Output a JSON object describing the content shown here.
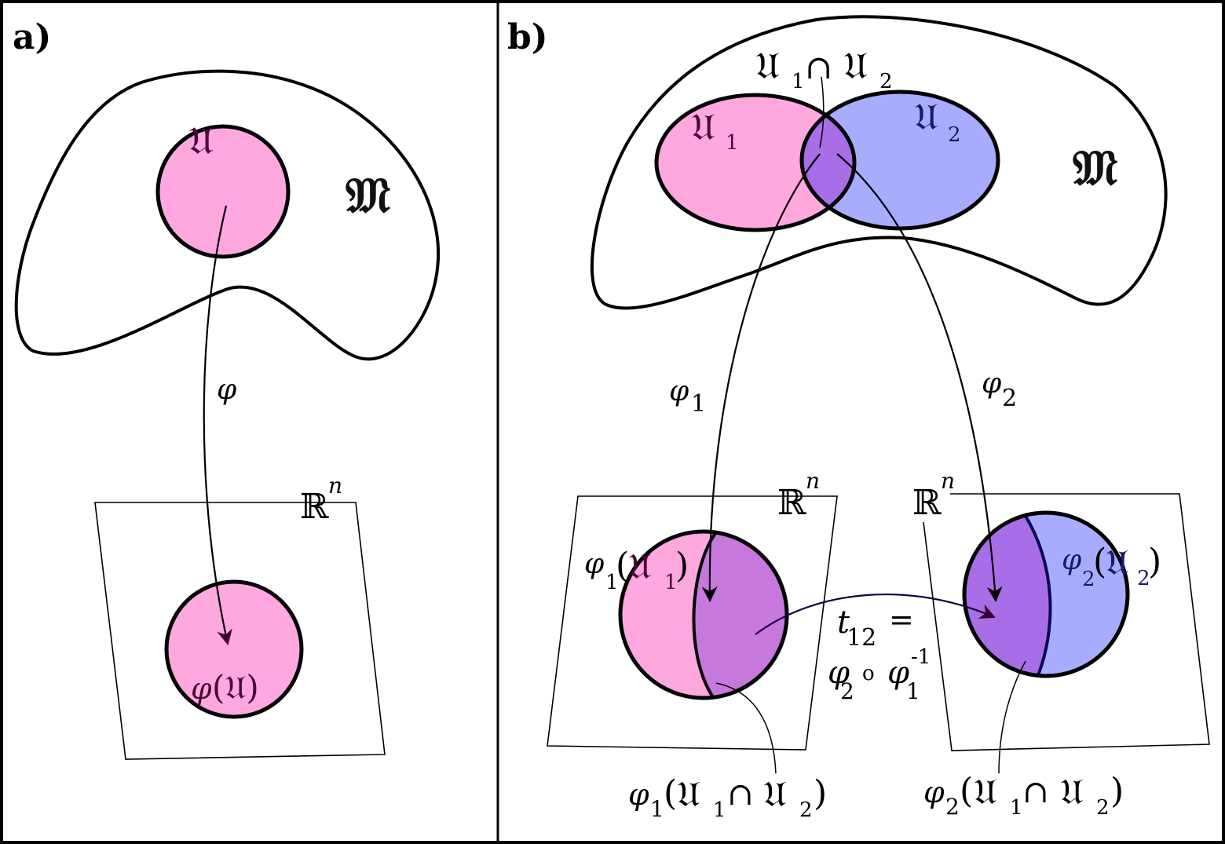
{
  "panel_a": {
    "label": "a)",
    "manifold_symbol": "𝔐",
    "open_set": "𝔘",
    "map": "φ",
    "space_base": "ℝ",
    "space_exp": "n",
    "image_fn": "φ",
    "image_arg": "(𝔘)"
  },
  "panel_b": {
    "label": "b)",
    "manifold_symbol": "𝔐",
    "intersection": {
      "set1": "𝔘",
      "sub1": "1",
      "cap": "∩",
      "set2": "𝔘",
      "sub2": "2"
    },
    "u1": {
      "set": "𝔘",
      "sub": "1"
    },
    "u2": {
      "set": "𝔘",
      "sub": "2"
    },
    "phi1": {
      "fn": "φ",
      "sub": "1"
    },
    "phi2": {
      "fn": "φ",
      "sub": "2"
    },
    "space_left": {
      "base": "ℝ",
      "exp": "n"
    },
    "space_right": {
      "base": "ℝ",
      "exp": "n"
    },
    "image1": {
      "fn": "φ",
      "sub": "1",
      "open": "(",
      "set": "𝔘",
      "setsub": "1",
      "close": ")"
    },
    "image2": {
      "fn": "φ",
      "sub": "2",
      "open": "(",
      "set": "𝔘",
      "setsub": "2",
      "close": ")"
    },
    "transition": {
      "t": "t",
      "t_sub": "12",
      "eq": "=",
      "phi2": "φ",
      "phi2_sub": "2",
      "compose": "o",
      "phi1": "φ",
      "phi1_exp": "-1",
      "phi1_sub": "1"
    },
    "overlap1": {
      "fn": "φ",
      "sub": "1",
      "open": "(",
      "set1": "𝔘",
      "sub1": "1",
      "cap": "∩",
      "set2": "𝔘",
      "sub2": "2",
      "close": ")"
    },
    "overlap2": {
      "fn": "φ",
      "sub": "2",
      "open": "(",
      "set1": "𝔘",
      "sub1": "1",
      "cap": "∩",
      "set2": "𝔘",
      "sub2": "2",
      "close": ")"
    }
  },
  "colors": {
    "pink": "#ffa8e0",
    "blue": "#a8acfc",
    "purple": "#a86ee8",
    "purple_light": "#c678dc",
    "dark_label": "#4a0a38",
    "stroke": "#000000"
  }
}
